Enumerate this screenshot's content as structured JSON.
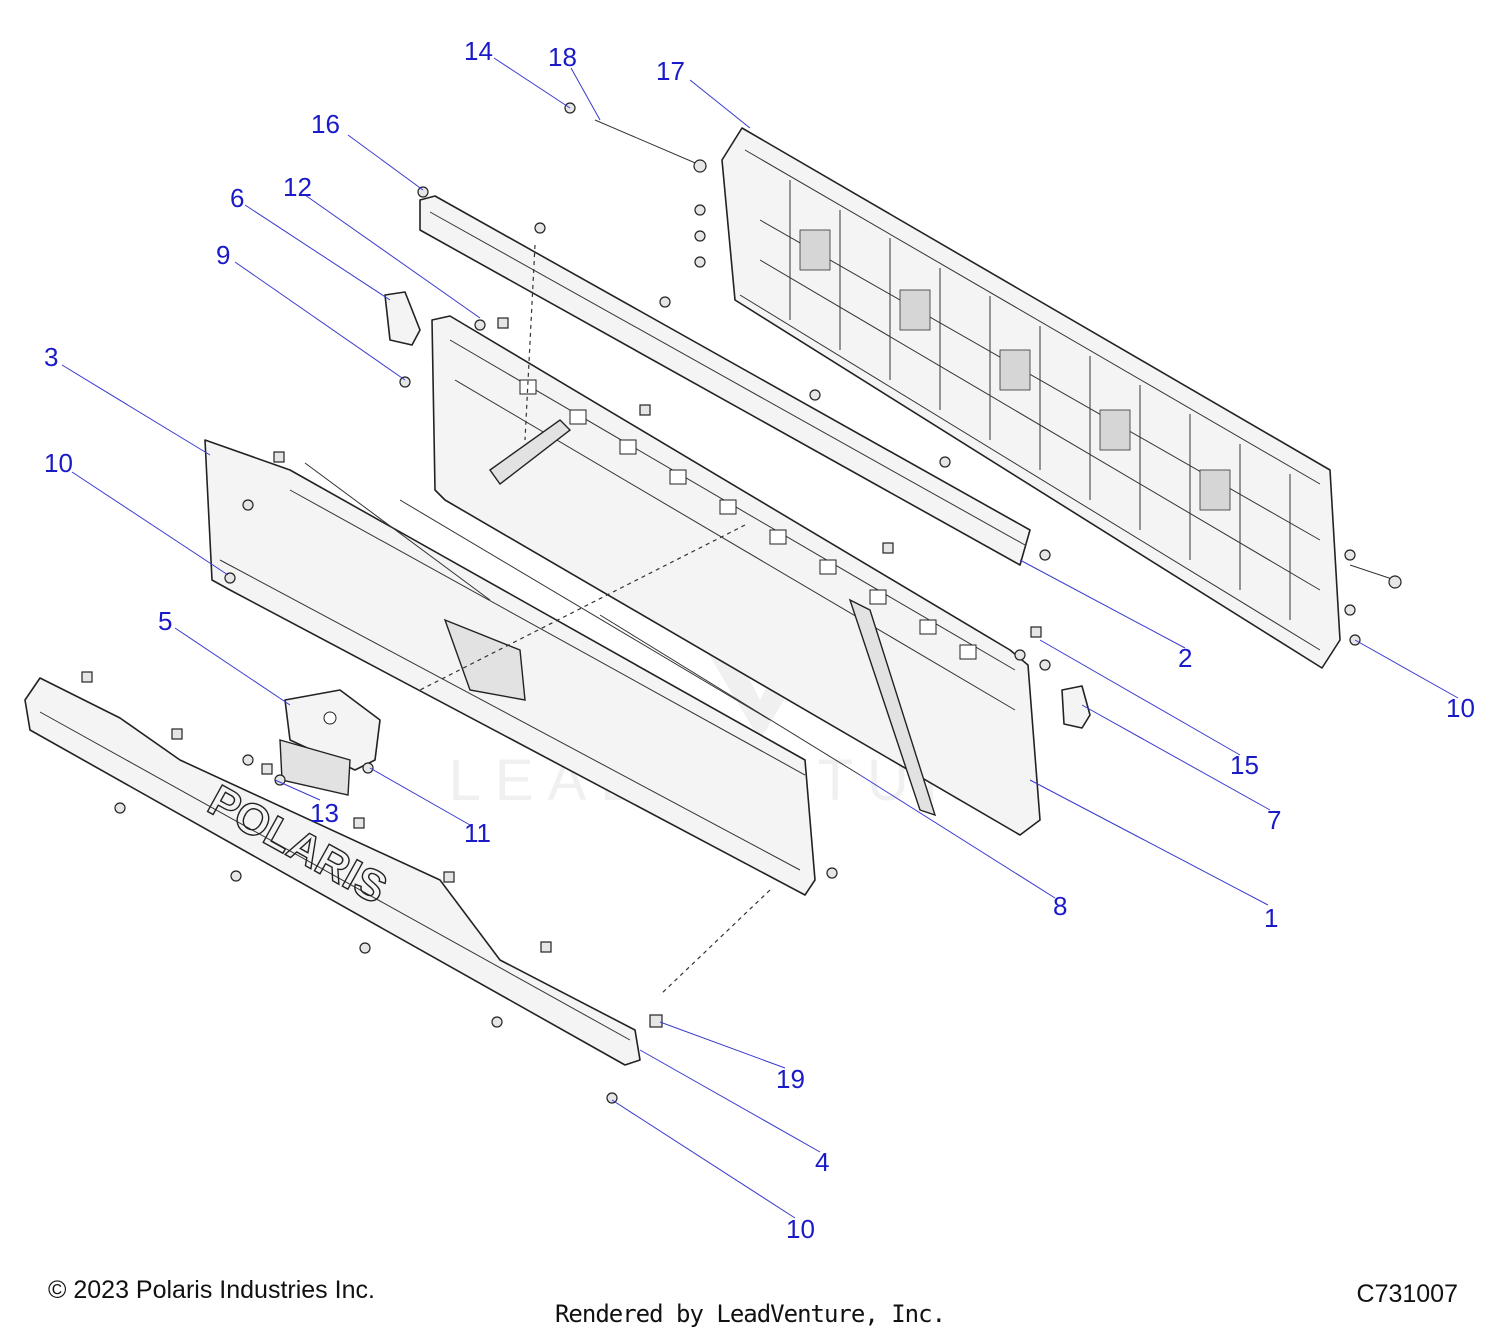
{
  "callouts": [
    {
      "id": "c14",
      "label": "14"
    },
    {
      "id": "c18",
      "label": "18"
    },
    {
      "id": "c17",
      "label": "17"
    },
    {
      "id": "c16",
      "label": "16"
    },
    {
      "id": "c12",
      "label": "12"
    },
    {
      "id": "c6",
      "label": "6"
    },
    {
      "id": "c9",
      "label": "9"
    },
    {
      "id": "c3",
      "label": "3"
    },
    {
      "id": "c10a",
      "label": "10"
    },
    {
      "id": "c5",
      "label": "5"
    },
    {
      "id": "c2",
      "label": "2"
    },
    {
      "id": "c10b",
      "label": "10"
    },
    {
      "id": "c15",
      "label": "15"
    },
    {
      "id": "c7",
      "label": "7"
    },
    {
      "id": "c13",
      "label": "13"
    },
    {
      "id": "c11",
      "label": "11"
    },
    {
      "id": "c8",
      "label": "8"
    },
    {
      "id": "c1",
      "label": "1"
    },
    {
      "id": "c19",
      "label": "19"
    },
    {
      "id": "c4",
      "label": "4"
    },
    {
      "id": "c10c",
      "label": "10"
    }
  ],
  "logo_text": "POLARIS",
  "watermark_text": "LEADVENTURE",
  "footer": {
    "copyright": "© 2023 Polaris Industries Inc.",
    "rendered_by": "Rendered by LeadVenture, Inc.",
    "diagram_code": "C731007"
  }
}
